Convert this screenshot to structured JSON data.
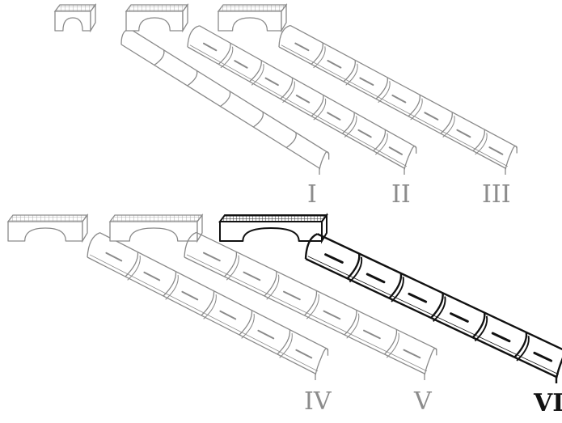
{
  "figure": {
    "labels": [
      "I",
      "II",
      "III",
      "IV",
      "V",
      "VI"
    ],
    "colors": {
      "background": "#ffffff",
      "line_light": "#8a8a8a",
      "line_dark": "#111111",
      "label_light": "#8c8c8c",
      "label_dark": "#111111"
    },
    "variants": [
      {
        "label_index": 0,
        "style": "light",
        "tube": "plain"
      },
      {
        "label_index": 1,
        "style": "light",
        "tube": "ribbed"
      },
      {
        "label_index": 2,
        "style": "light",
        "tube": "ribbed"
      },
      {
        "label_index": 3,
        "style": "light",
        "tube": "ribbed"
      },
      {
        "label_index": 4,
        "style": "light",
        "tube": "ribbed"
      },
      {
        "label_index": 5,
        "style": "dark",
        "tube": "ribbed"
      }
    ]
  }
}
